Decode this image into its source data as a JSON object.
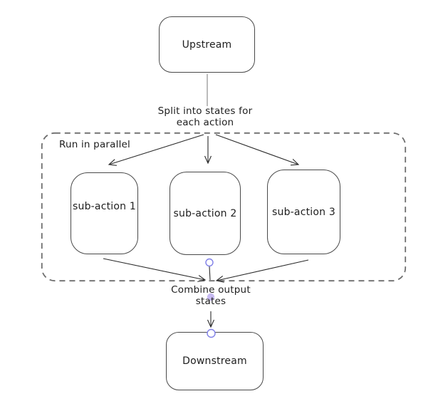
{
  "app": {
    "kind": "whiteboard-flow-diagram",
    "background": "#ffffff"
  },
  "diagram": {
    "nodes": {
      "upstream": {
        "label": "Upstream"
      },
      "sub_action_1": {
        "label": "sub-action 1"
      },
      "sub_action_2": {
        "label": "sub-action 2"
      },
      "sub_action_3": {
        "label": "sub-action 3"
      },
      "downstream": {
        "label": "Downstream"
      }
    },
    "group": {
      "label": "Run in parallel"
    },
    "edge_labels": {
      "split": "Split into states for\neach action",
      "combine": "Combine output\nstates"
    },
    "colors": {
      "text": "#1e1e1e",
      "node_stroke": "#494949",
      "arrow_stroke": "#2b2b2b",
      "group_dash_stroke": "#6e6e6e",
      "upstream_connector_gray": "#9e9e9e",
      "handle_stroke": "#8080e8",
      "handle_fill": "#ffffff",
      "midpoint_dot_fill": "#c7baf2",
      "background": "#ffffff"
    }
  }
}
